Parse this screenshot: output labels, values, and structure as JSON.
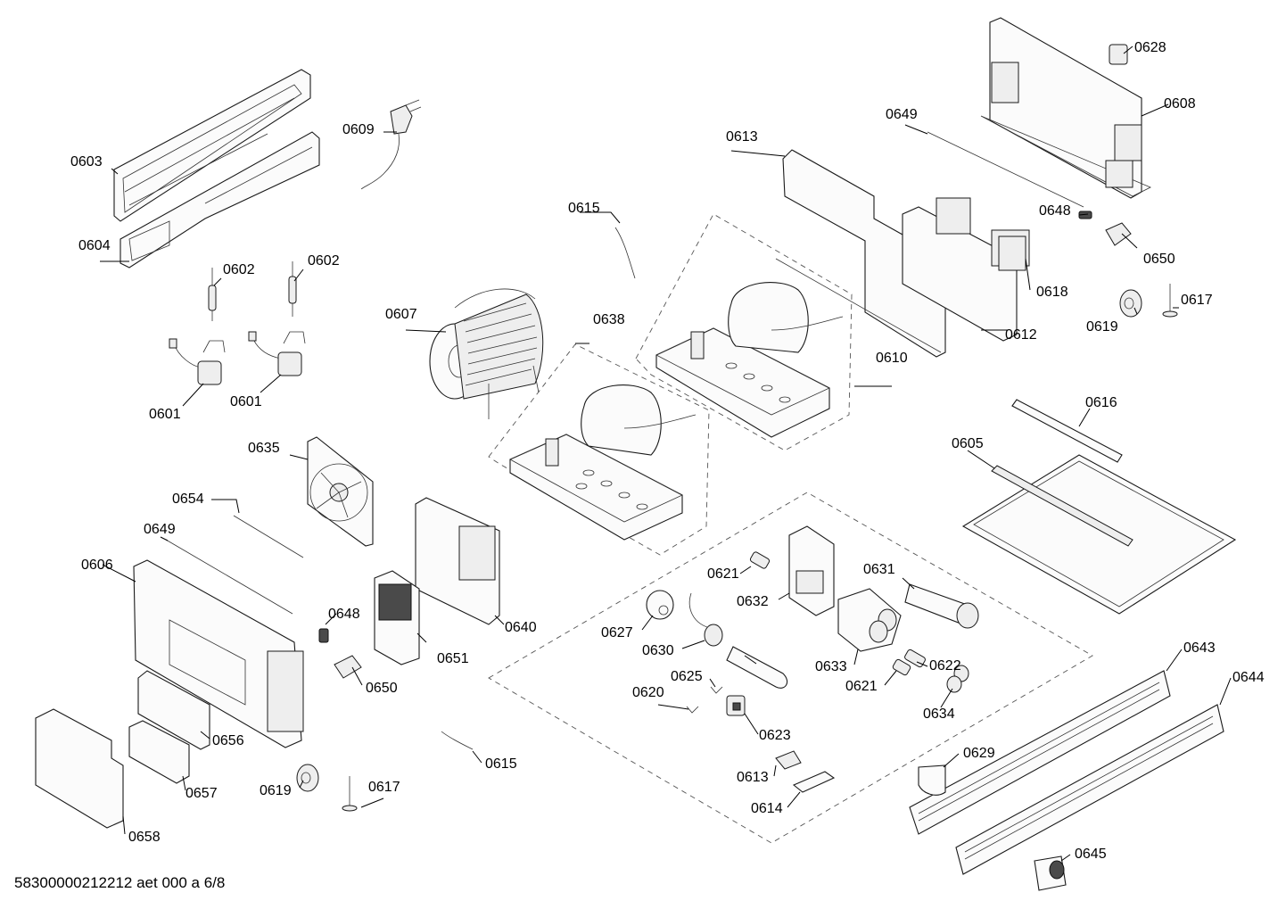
{
  "labels": {
    "l0601a": "0601",
    "l0601b": "0601",
    "l0602a": "0602",
    "l0602b": "0602",
    "l0603": "0603",
    "l0604": "0604",
    "l0605": "0605",
    "l0606": "0606",
    "l0607": "0607",
    "l0608": "0608",
    "l0609": "0609",
    "l0610": "0610",
    "l0612": "0612",
    "l0613a": "0613",
    "l0613b": "0613",
    "l0614": "0614",
    "l0615a": "0615",
    "l0615b": "0615",
    "l0616": "0616",
    "l0617a": "0617",
    "l0617b": "0617",
    "l0618": "0618",
    "l0619a": "0619",
    "l0619b": "0619",
    "l0620": "0620",
    "l0621a": "0621",
    "l0621b": "0621",
    "l0622": "0622",
    "l0623": "0623",
    "l0625": "0625",
    "l0627": "0627",
    "l0628": "0628",
    "l0629": "0629",
    "l0630": "0630",
    "l0631": "0631",
    "l0632": "0632",
    "l0633": "0633",
    "l0634": "0634",
    "l0635": "0635",
    "l0638": "0638",
    "l0640": "0640",
    "l0643": "0643",
    "l0644": "0644",
    "l0645": "0645",
    "l0648a": "0648",
    "l0648b": "0648",
    "l0649a": "0649",
    "l0649b": "0649",
    "l0650a": "0650",
    "l0650b": "0650",
    "l0651": "0651",
    "l0654": "0654",
    "l0656": "0656",
    "l0657": "0657",
    "l0658": "0658"
  },
  "document_id": "58300000212212 aet 000 a 6/8"
}
